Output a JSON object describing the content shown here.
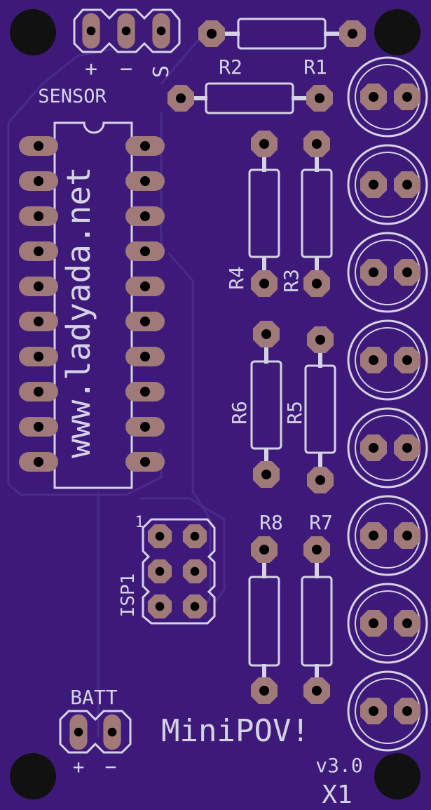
{
  "board": {
    "colors": {
      "substrate": "#3d1a7a",
      "silkscreen": "#d6d2e6",
      "pad": "#a07a78",
      "trace": "#4b2a8c",
      "hole": "#111111",
      "drill": "#000000"
    },
    "labels": {
      "sensor": "SENSOR",
      "sensor_plus": "+",
      "sensor_minus": "−",
      "sensor_s": "S",
      "r1": "R1",
      "r2": "R2",
      "r3": "R3",
      "r4": "R4",
      "r5": "R5",
      "r6": "R6",
      "r7": "R7",
      "r8": "R8",
      "url": "www.ladyada.net",
      "isp": "ISP1",
      "isp_pin1": "1",
      "batt": "BATT",
      "batt_plus": "+",
      "batt_minus": "−",
      "product": "MiniPOV!",
      "version": "v3.0",
      "designator": "X1"
    },
    "icons": [
      "mounting-hole-icon",
      "led-icon",
      "resistor-icon",
      "ic-chip-icon",
      "header-icon"
    ]
  }
}
